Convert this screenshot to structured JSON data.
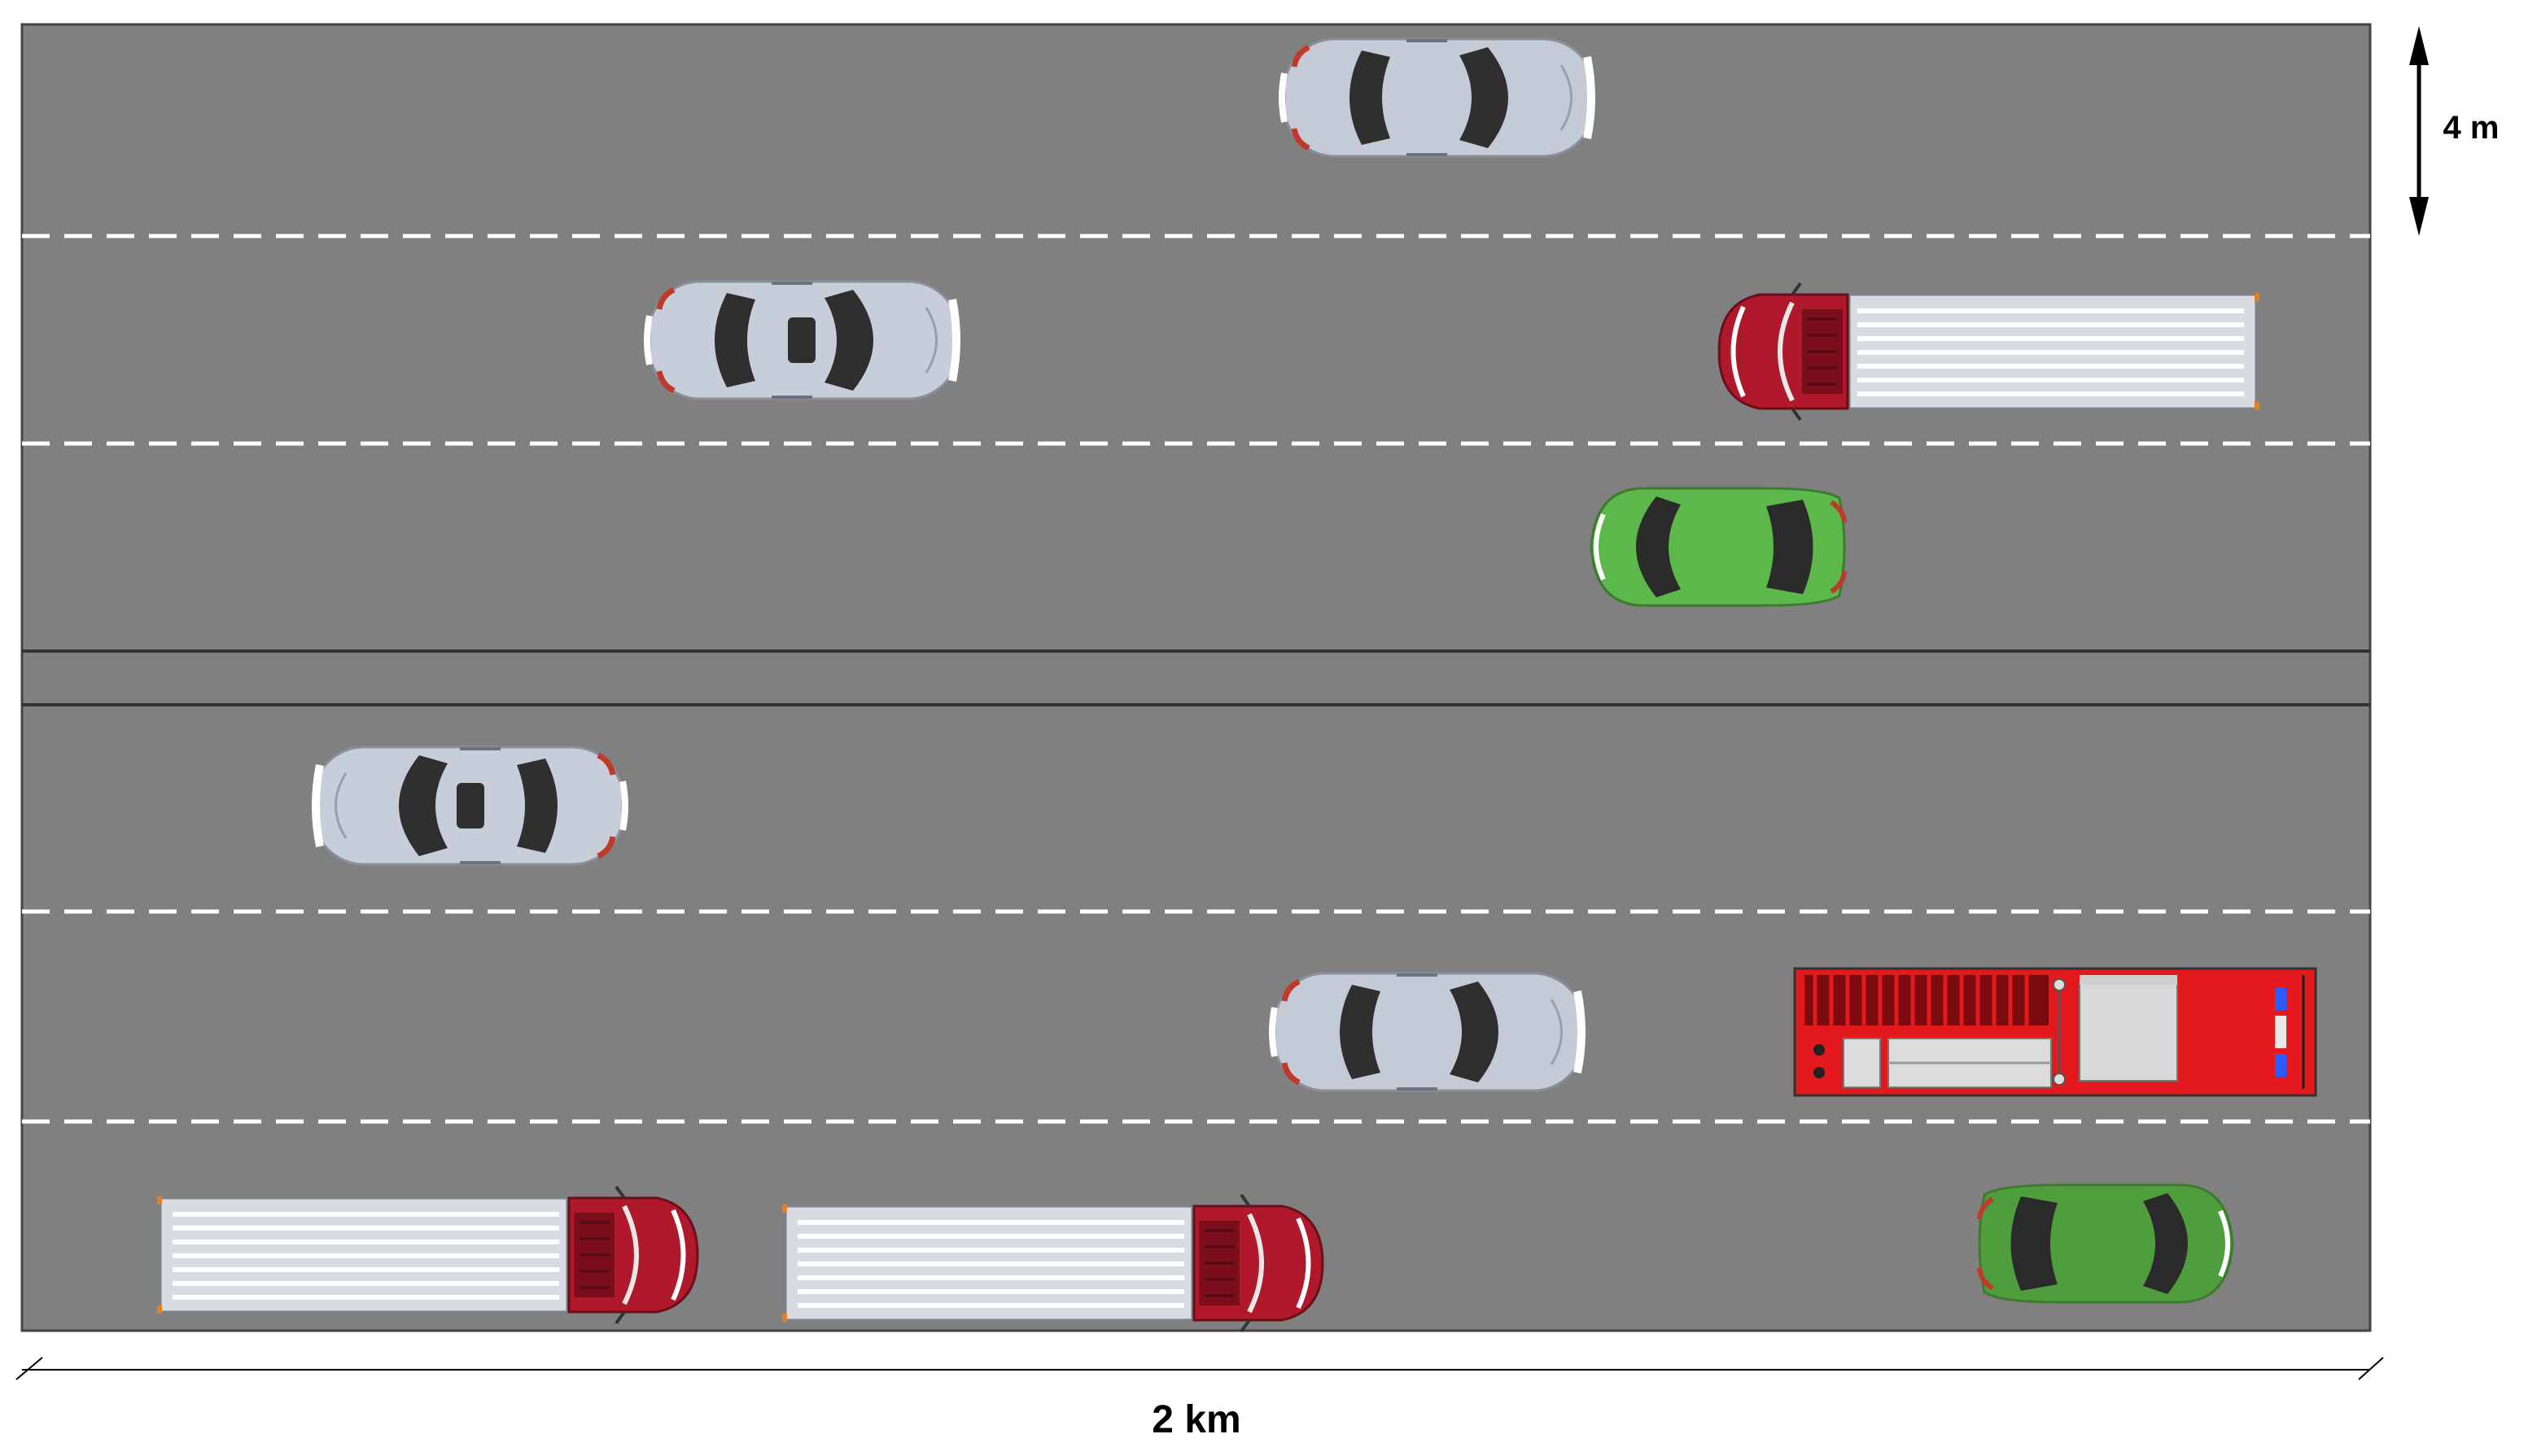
{
  "diagram": {
    "width_label": "2 km",
    "lane_width_label": "4 m"
  },
  "vehicles": [
    {
      "name": "silver-sedan",
      "type": "sedan",
      "direction": "right",
      "color": "#c5cbd6"
    },
    {
      "name": "silver-sedan-sunroof",
      "type": "sedan-sunroof",
      "direction": "right",
      "color": "#c8ced9"
    },
    {
      "name": "red-box-truck",
      "type": "box-truck",
      "direction": "left",
      "color": "#b0192b"
    },
    {
      "name": "green-hatchback",
      "type": "hatchback",
      "direction": "left",
      "color": "#5cb84a"
    },
    {
      "name": "silver-sedan-sunroof",
      "type": "sedan-sunroof",
      "direction": "left",
      "color": "#c8ced9"
    },
    {
      "name": "silver-sedan",
      "type": "sedan",
      "direction": "right",
      "color": "#c5cbd6"
    },
    {
      "name": "fire-truck",
      "type": "fire-truck",
      "direction": "right",
      "color": "#e3191e"
    },
    {
      "name": "red-box-truck",
      "type": "box-truck",
      "direction": "right",
      "color": "#b0192b"
    },
    {
      "name": "red-box-truck",
      "type": "box-truck",
      "direction": "right",
      "color": "#b0192b"
    },
    {
      "name": "green-hatchback",
      "type": "hatchback",
      "direction": "right",
      "color": "#4f9e3e"
    }
  ],
  "colors": {
    "road": "#808080",
    "lane_marking": "#ffffff",
    "divider": "#333333"
  }
}
